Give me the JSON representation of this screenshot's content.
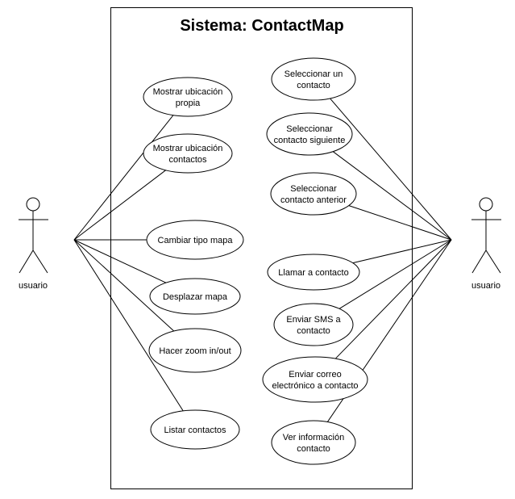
{
  "system": {
    "title": "Sistema: ContactMap"
  },
  "actors": {
    "left": {
      "label": "usuario"
    },
    "right": {
      "label": "usuario"
    }
  },
  "use_cases_left": [
    {
      "lines": [
        "Mostrar ubicación",
        "propia"
      ]
    },
    {
      "lines": [
        "Mostrar ubicación",
        "contactos"
      ]
    },
    {
      "lines": [
        "Cambiar tipo mapa"
      ]
    },
    {
      "lines": [
        "Desplazar mapa"
      ]
    },
    {
      "lines": [
        "Hacer zoom in/out"
      ]
    },
    {
      "lines": [
        "Listar contactos"
      ]
    }
  ],
  "use_cases_right": [
    {
      "lines": [
        "Seleccionar un",
        "contacto"
      ]
    },
    {
      "lines": [
        "Seleccionar",
        "contacto siguiente"
      ]
    },
    {
      "lines": [
        "Seleccionar",
        "contacto anterior"
      ]
    },
    {
      "lines": [
        "Llamar a contacto"
      ]
    },
    {
      "lines": [
        "Enviar SMS a",
        "contacto"
      ]
    },
    {
      "lines": [
        "Enviar correo",
        "electrónico a contacto"
      ]
    },
    {
      "lines": [
        "Ver información",
        "contacto"
      ]
    }
  ]
}
